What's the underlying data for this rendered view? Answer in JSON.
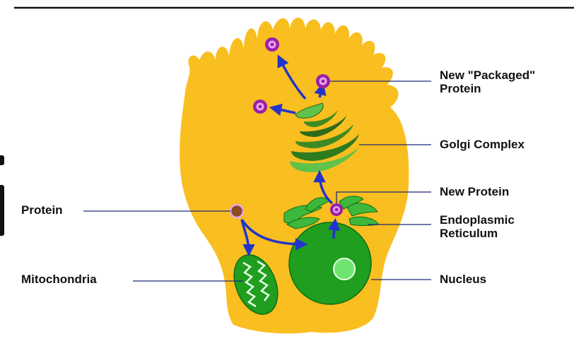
{
  "labels": {
    "packaged_line1": "New \"Packaged\"",
    "packaged_line2": "Protein",
    "golgi": "Golgi Complex",
    "new_protein": "New Protein",
    "er_line1": "Endoplasmic",
    "er_line2": "Reticulum",
    "nucleus": "Nucleus",
    "protein": "Protein",
    "mitochondria": "Mitochondria"
  },
  "colors": {
    "cell": "#F9BE1F",
    "organelle_green": "#1F9E1F",
    "organelle_dark": "#0D6B14",
    "nucleolus": "#6FE56F",
    "arrow": "#2233CC",
    "leader_line": "#1E2A78",
    "vesicle_fill": "#9B1FA8",
    "vesicle_ring": "#E7A6F0",
    "protein_dot": "#8B4C1E"
  }
}
